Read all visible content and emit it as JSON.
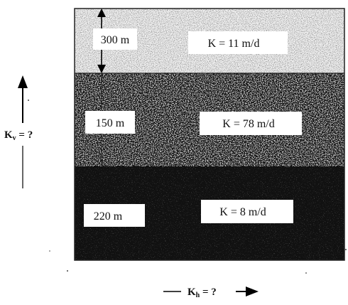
{
  "layers": [
    {
      "thickness_label": "300 m",
      "conductivity_label": "K = 11 m/d",
      "texture": "light-speckle"
    },
    {
      "thickness_label": "150 m",
      "conductivity_label": "K = 78 m/d",
      "texture": "medium-speckle"
    },
    {
      "thickness_label": "220 m",
      "conductivity_label": "K = 8 m/d",
      "texture": "dark-speckle"
    }
  ],
  "vertical_label": {
    "prefix": "K",
    "subscript": "v",
    "suffix": " = ?"
  },
  "horizontal_label": {
    "prefix": "K",
    "subscript": "h",
    "suffix": " = ?"
  },
  "icons": [
    "up-arrow-icon",
    "right-arrow-icon",
    "double-headed-thickness-arrow-icon"
  ]
}
